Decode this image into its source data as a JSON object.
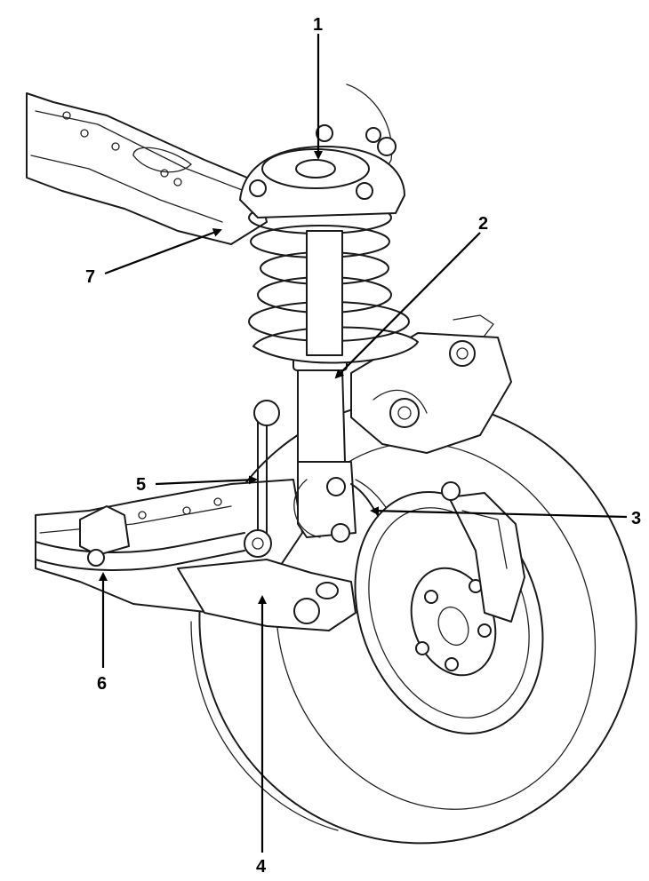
{
  "diagram": {
    "palette": {
      "ink": "#1a1a1a",
      "paper": "#ffffff"
    },
    "callouts": [
      {
        "id": "c1",
        "label": "1"
      },
      {
        "id": "c2",
        "label": "2"
      },
      {
        "id": "c3",
        "label": "3"
      },
      {
        "id": "c4",
        "label": "4"
      },
      {
        "id": "c5",
        "label": "5"
      },
      {
        "id": "c6",
        "label": "6"
      },
      {
        "id": "c7",
        "label": "7"
      }
    ]
  }
}
